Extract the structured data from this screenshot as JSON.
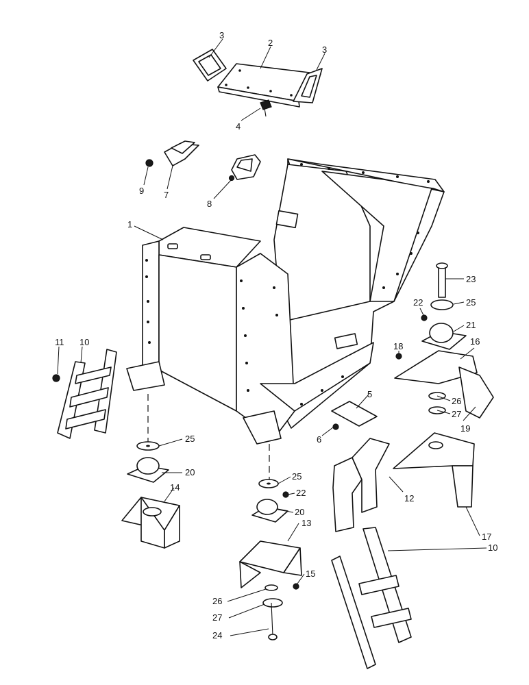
{
  "diagram": {
    "callouts": [
      "1",
      "2",
      "3",
      "3",
      "4",
      "5",
      "6",
      "7",
      "8",
      "9",
      "10",
      "10",
      "11",
      "12",
      "13",
      "14",
      "15",
      "16",
      "17",
      "18",
      "19",
      "20",
      "20",
      "21",
      "22",
      "22",
      "23",
      "24",
      "25",
      "25",
      "25",
      "26",
      "26",
      "27",
      "27"
    ]
  }
}
